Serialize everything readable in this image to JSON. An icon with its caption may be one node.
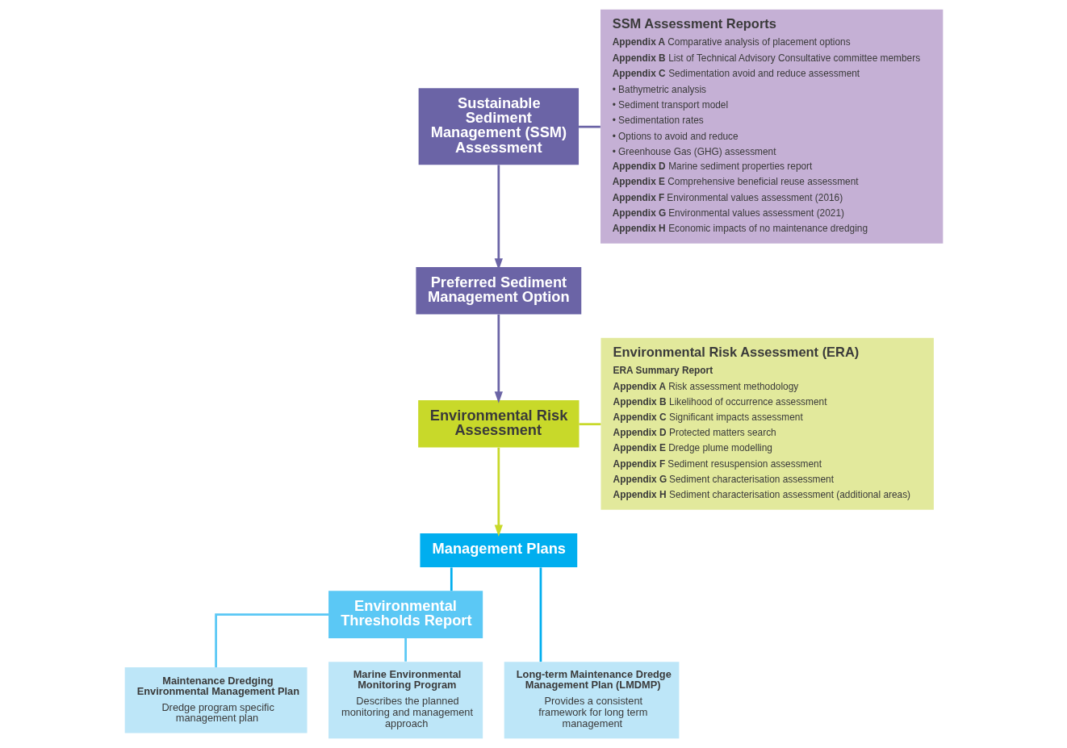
{
  "diagram": {
    "nodes": [
      {
        "text": [
          "Sustainable Sediment Management (SSM) Assessment"
        ]
      },
      {
        "text": [
          "SSM Assessment Reports",
          "**Appendix A** Comparative analysis of placement options",
          "**Appendix B** List of Technical Advisory Consultative committee members",
          "**Appendix C** Sedimentation avoid and reduce assessment",
          "• Bathymetric analysis",
          "• Sediment transport model",
          "• Sedimentation rates",
          "• Options to avoid and reduce",
          "• Greenhouse Gas (GHG) assessment",
          "**Appendix D** Marine sediment properties report",
          "**Appendix E** Comprehensive beneficial reuse assessment",
          "**Appendix F** Environmental values assessment (2016)",
          "**Appendix G** Environmental values assessment (2021)",
          "**Appendix H** Economic impacts of no maintenance dredging"
        ]
      },
      {
        "text": [
          "Environmental Risk Assessment (ERA)",
          "ERA Summary Report",
          "**Appendix A** Risk assessment methodology",
          "**Appendix B** Likelihood of occurrence assessment",
          "**Appendix C** Significant impacts assessment",
          "**Appendix D** Protected matters search",
          "**Appendix E** Dredge plume modelling",
          "**Appendix F** Sediment resuspension assessment",
          "**Appendix G** Sediment characterisation assessment",
          "**Appendix H** Sediment characterisation assessment (additional areas)"
        ]
      },
      {
        "text": [
          "Preferred Sediment Management Option"
        ]
      },
      {
        "text": [
          "Environmental Risk Assessment"
        ]
      },
      {
        "text": [
          "Management Plans"
        ]
      },
      {
        "text": [
          "Environmental Thresholds Report"
        ]
      },
      {
        "text": [
          "Long-term Maintenance Dredge Management Plan (LMDMP)",
          "Provides a consistent framework for long term management"
        ]
      },
      {
        "text": [
          "Maintenance Dredging Environmental Management Plan",
          "Dredge program specific management plan"
        ]
      },
      {
        "text": [
          "Marine Environmental Monitoring Program",
          "Describes the planned monitoring and management approach"
        ]
      }
    ],
    "edges": [
      {
        "from": 0,
        "to": 1,
        "arrow": "none",
        "color": "#6b64a6"
      },
      {
        "from": 0,
        "to": 3,
        "arrow": "to",
        "color": "#6b64a6"
      },
      {
        "from": 3,
        "to": 4,
        "arrow": "to",
        "color": "#6b64a6"
      },
      {
        "from": 2,
        "to": 4,
        "arrow": "none",
        "color": "#c8d92a"
      },
      {
        "from": 4,
        "to": 5,
        "arrow": "to",
        "color": "#c8d92a"
      },
      {
        "from": 5,
        "to": 7,
        "arrow": "none",
        "color": "#00aeef"
      },
      {
        "from": 5,
        "to": 6,
        "arrow": "none",
        "color": "#00aeef"
      },
      {
        "from": 6,
        "to": 8,
        "arrow": "none",
        "color": "#5bc8f5"
      },
      {
        "from": 6,
        "to": 9,
        "arrow": "none",
        "color": "#5bc8f5"
      }
    ]
  }
}
